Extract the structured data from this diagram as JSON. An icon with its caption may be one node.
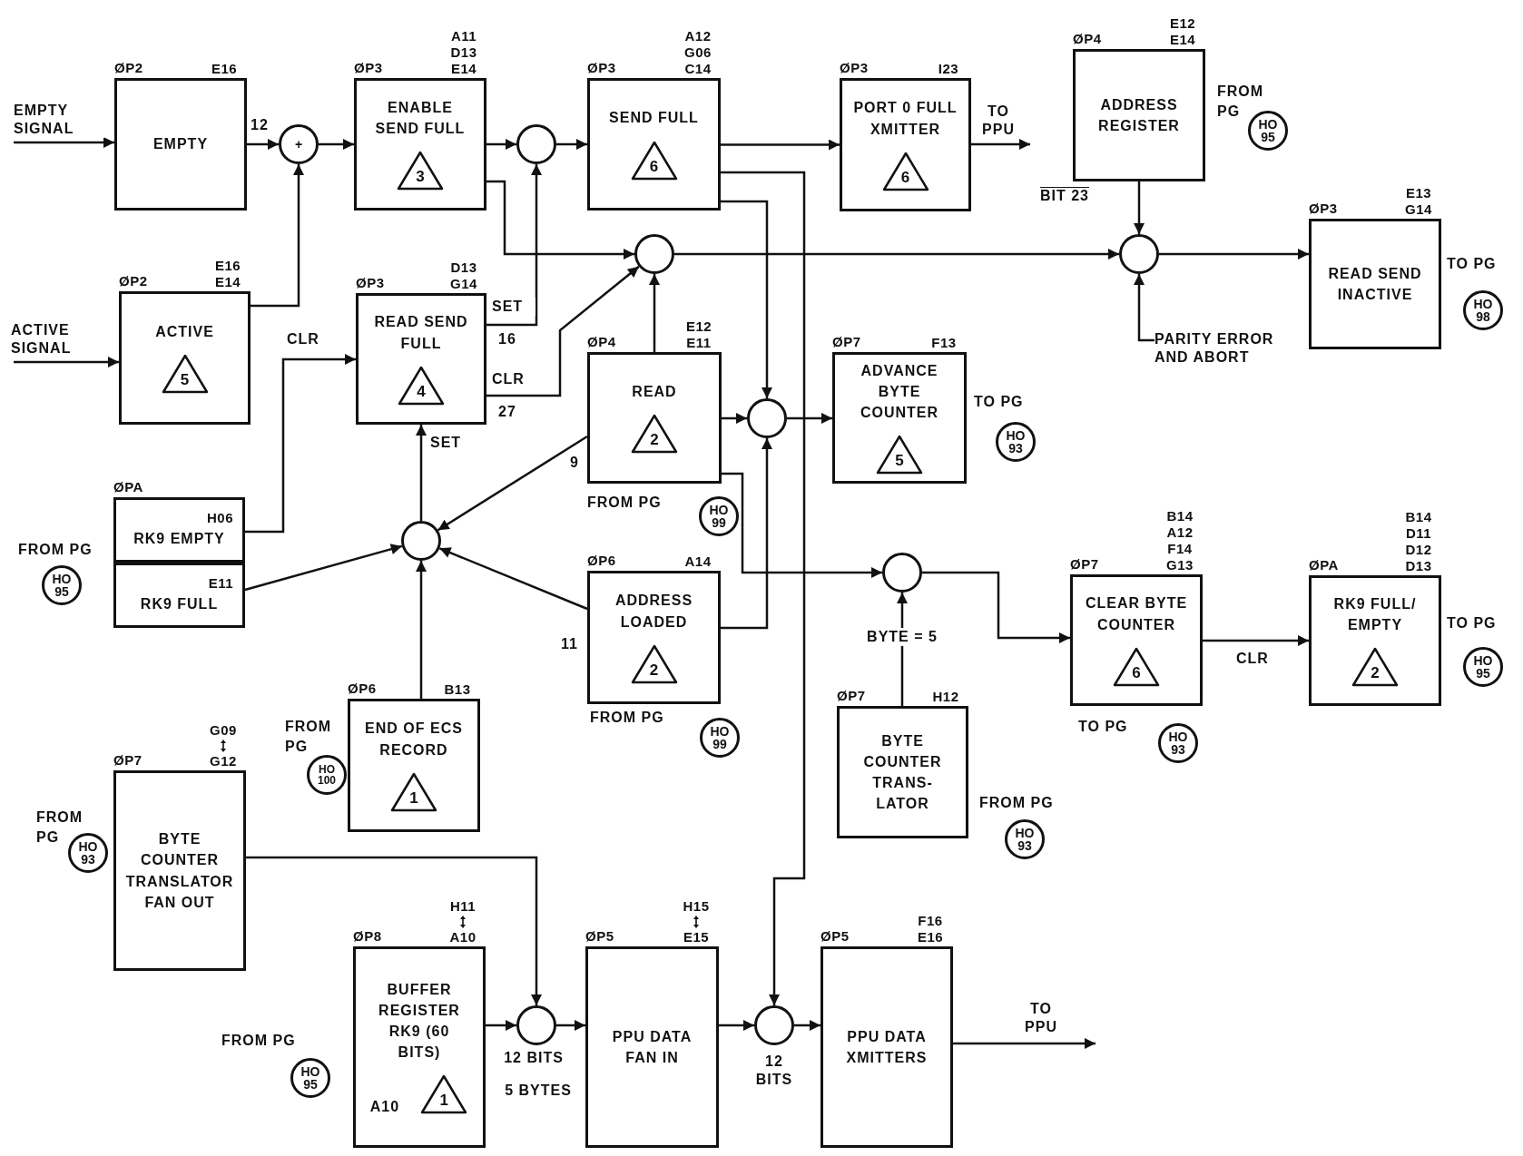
{
  "diagram": {
    "nodes": [
      {
        "text": [
          "EMPTY"
        ],
        "beside": [
          "ØP2",
          "E16"
        ]
      },
      {
        "text": [
          "+"
        ]
      },
      {
        "text": [
          "ENABLE SEND FULL",
          "3"
        ],
        "beside": [
          "ØP3",
          "A11",
          "D13",
          "E14"
        ]
      },
      {
        "text": [],
        "shape": "circle"
      },
      {
        "text": [
          "SEND FULL",
          "6"
        ],
        "beside": [
          "ØP3",
          "A12",
          "G06",
          "C14"
        ]
      },
      {
        "text": [
          "PORT 0 FULL XMITTER",
          "6"
        ],
        "beside": [
          "ØP3",
          "I23"
        ]
      },
      {
        "text": [
          "ADDRESS REGISTER"
        ],
        "beside": [
          "ØP4",
          "E12",
          "E14"
        ]
      },
      {
        "text": [
          "HO 95"
        ]
      },
      {
        "text": [
          "ACTIVE",
          "5"
        ],
        "beside": [
          "ØP2",
          "E16",
          "E14"
        ]
      },
      {
        "text": [
          "READ SEND FULL",
          "4"
        ],
        "beside": [
          "ØP3",
          "D13",
          "G14"
        ]
      },
      {
        "text": [],
        "shape": "circle"
      },
      {
        "text": [],
        "shape": "circle"
      },
      {
        "text": [
          "READ SEND INACTIVE"
        ],
        "beside": [
          "ØP3",
          "E13",
          "G14"
        ]
      },
      {
        "text": [
          "HO 98"
        ]
      },
      {
        "text": [
          "READ",
          "2"
        ],
        "beside": [
          "ØP4",
          "E12",
          "E11"
        ]
      },
      {
        "text": [
          "HO 99"
        ]
      },
      {
        "text": [],
        "shape": "circle"
      },
      {
        "text": [
          "ADVANCE BYTE COUNTER",
          "5"
        ],
        "beside": [
          "ØP7",
          "F13"
        ]
      },
      {
        "text": [
          "HO 93"
        ]
      },
      {
        "text": [
          "H06",
          "RK9 EMPTY"
        ],
        "beside": [
          "ØPA"
        ]
      },
      {
        "text": [
          "E11",
          "RK9 FULL"
        ]
      },
      {
        "text": [
          "HO 95"
        ]
      },
      {
        "text": [],
        "shape": "circle"
      },
      {
        "text": [
          "ADDRESS LOADED",
          "2"
        ],
        "beside": [
          "ØP6",
          "A14"
        ]
      },
      {
        "text": [
          "HO 99"
        ]
      },
      {
        "text": [],
        "shape": "circle"
      },
      {
        "text": [
          "CLEAR BYTE COUNTER",
          "6"
        ],
        "beside": [
          "ØP7",
          "B14",
          "A12",
          "F14",
          "G13"
        ]
      },
      {
        "text": [
          "HO 93"
        ]
      },
      {
        "text": [
          "RK9 FULL/ EMPTY",
          "2"
        ],
        "beside": [
          "ØPA",
          "B14",
          "D11",
          "D12",
          "D13"
        ]
      },
      {
        "text": [
          "HO 95"
        ]
      },
      {
        "text": [
          "BYTE COUNTER TRANS- LATOR"
        ],
        "beside": [
          "ØP7",
          "H12"
        ]
      },
      {
        "text": [
          "HO 93"
        ]
      },
      {
        "text": [
          "END OF ECS RECORD",
          "1"
        ],
        "beside": [
          "ØP6",
          "B13"
        ]
      },
      {
        "text": [
          "HO 100"
        ]
      },
      {
        "text": [
          "BYTE COUNTER TRANSLATOR FAN OUT"
        ],
        "beside": [
          "ØP7",
          "G09",
          "G12"
        ]
      },
      {
        "text": [
          "HO 93"
        ]
      },
      {
        "text": [
          "BUFFER REGISTER RK9 (60 BITS)",
          "A10",
          "1"
        ],
        "beside": [
          "ØP8",
          "H11",
          "A10"
        ]
      },
      {
        "text": [
          "HO 95"
        ]
      },
      {
        "text": [],
        "shape": "circle"
      },
      {
        "text": [
          "PPU DATA FAN IN"
        ],
        "beside": [
          "ØP5",
          "H15",
          "E15"
        ]
      },
      {
        "text": [],
        "shape": "circle"
      },
      {
        "text": [
          "PPU DATA XMITTERS"
        ],
        "beside": [
          "ØP5",
          "F16",
          "E16"
        ]
      }
    ],
    "edges": [
      {
        "from": null,
        "to": 0,
        "arrow": "to",
        "label": "EMPTY SIGNAL"
      },
      {
        "from": null,
        "to": 8,
        "arrow": "to",
        "label": "ACTIVE SIGNAL"
      },
      {
        "from": 0,
        "to": 1,
        "arrow": "to",
        "label": "12"
      },
      {
        "from": 8,
        "to": 1,
        "arrow": "to"
      },
      {
        "from": 1,
        "to": 2,
        "arrow": "to"
      },
      {
        "from": 2,
        "to": 3,
        "arrow": "to"
      },
      {
        "from": 3,
        "to": 4,
        "arrow": "to"
      },
      {
        "from": 4,
        "to": 5,
        "arrow": "to"
      },
      {
        "from": 5,
        "to": null,
        "arrow": "to",
        "label": "TO PPU"
      },
      {
        "from": 9,
        "to": 3,
        "arrow": "to",
        "label": "SET"
      },
      {
        "from": 9,
        "to": 10,
        "arrow": "to",
        "label": "CLR"
      },
      {
        "from": 2,
        "to": 10,
        "arrow": "to"
      },
      {
        "from": 14,
        "to": 10,
        "arrow": "to"
      },
      {
        "from": 10,
        "to": 11,
        "arrow": "to"
      },
      {
        "from": 6,
        "to": 11,
        "arrow": "to",
        "label": "BIT 23"
      },
      {
        "from": null,
        "to": 11,
        "arrow": "to",
        "label": "PARITY ERROR AND ABORT"
      },
      {
        "from": 11,
        "to": 12,
        "arrow": "to"
      },
      {
        "from": 4,
        "to": 16,
        "arrow": "to"
      },
      {
        "from": 4,
        "to": 40,
        "arrow": "to"
      },
      {
        "from": 14,
        "to": 16,
        "arrow": "to"
      },
      {
        "from": 23,
        "to": 16,
        "arrow": "to"
      },
      {
        "from": 16,
        "to": 17,
        "arrow": "to"
      },
      {
        "from": 19,
        "to": 9,
        "arrow": "to",
        "label": "CLR"
      },
      {
        "from": 22,
        "to": 9,
        "arrow": "to",
        "label": "SET"
      },
      {
        "from": 20,
        "to": 22,
        "arrow": "to"
      },
      {
        "from": 14,
        "to": 22,
        "arrow": "to",
        "label": "9"
      },
      {
        "from": 23,
        "to": 22,
        "arrow": "to",
        "label": "11"
      },
      {
        "from": 32,
        "to": 22,
        "arrow": "to"
      },
      {
        "from": 14,
        "to": 25,
        "arrow": "to"
      },
      {
        "from": 30,
        "to": 25,
        "arrow": "to",
        "label": "BYTE = 5"
      },
      {
        "from": 25,
        "to": 26,
        "arrow": "to"
      },
      {
        "from": 26,
        "to": 28,
        "arrow": "to",
        "label": "CLR"
      },
      {
        "from": 34,
        "to": 38,
        "arrow": "to"
      },
      {
        "from": 36,
        "to": 38,
        "arrow": "to"
      },
      {
        "from": 38,
        "to": 39,
        "arrow": "to"
      },
      {
        "from": 39,
        "to": 40,
        "arrow": "to"
      },
      {
        "from": 40,
        "to": 41,
        "arrow": "to"
      },
      {
        "from": 41,
        "to": null,
        "arrow": "to",
        "label": "TO PPU"
      }
    ],
    "labels": [
      "16",
      "27",
      "12 BITS",
      "5 BYTES",
      "12 BITS",
      "FROM PG",
      "TO PG",
      "FROM PG",
      "TO PG",
      "FROM PG",
      "FROM PG",
      "TO PG",
      "TO PG",
      "FROM PG",
      "FROM PG",
      "FROM PG",
      "FROM PG"
    ]
  }
}
